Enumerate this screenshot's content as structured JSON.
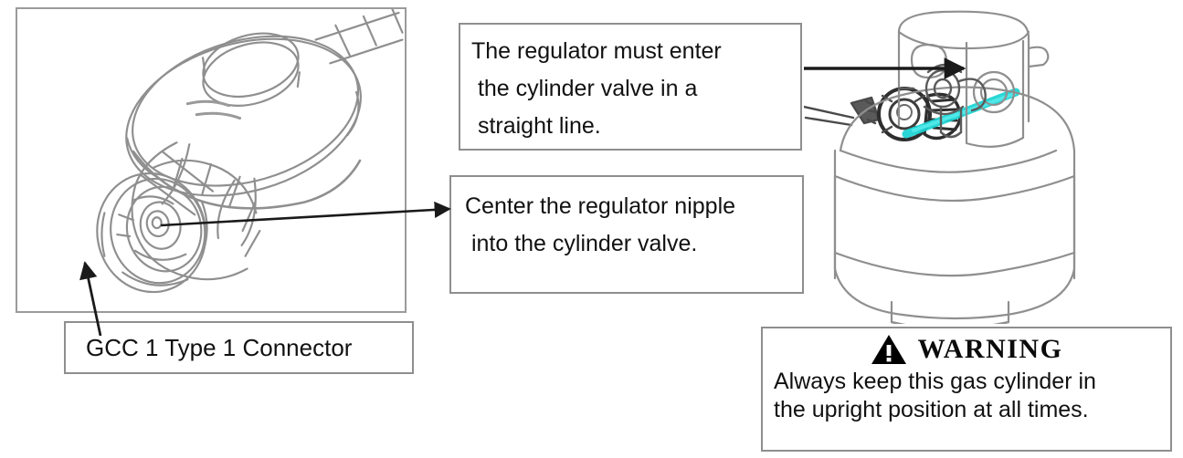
{
  "document": {
    "type": "instruction-diagram",
    "subject": "LP gas regulator to cylinder valve connection"
  },
  "colors": {
    "box_border": "#8e8e8e",
    "panel_border": "#9b9b9b",
    "arrow": "#1a1a1a",
    "highlight_arrow": "#19d3d3",
    "line_art": "#8a8a8a",
    "text": "#111111",
    "warning_icon": "#000000"
  },
  "callouts": {
    "regulator_entry": {
      "lines": [
        "The regulator must enter",
        " the cylinder valve in a",
        " straight line."
      ]
    },
    "center_nipple": {
      "lines": [
        "Center the regulator nipple",
        " into the cylinder valve."
      ]
    }
  },
  "labels": {
    "connector": "GCC 1 Type 1 Connector"
  },
  "warning": {
    "icon": "warning-triangle-icon",
    "title": "WARNING",
    "lines": [
      "Always keep this gas cylinder in",
      "the upright position at all times."
    ]
  },
  "figures": {
    "regulator_panel": "gcc-type-1-regulator-line-drawing",
    "cylinder": "propane-gas-cylinder-line-drawing",
    "small_regulator": "regulator-with-hose-line-drawing",
    "highlight": "cyan-alignment-arrow"
  }
}
